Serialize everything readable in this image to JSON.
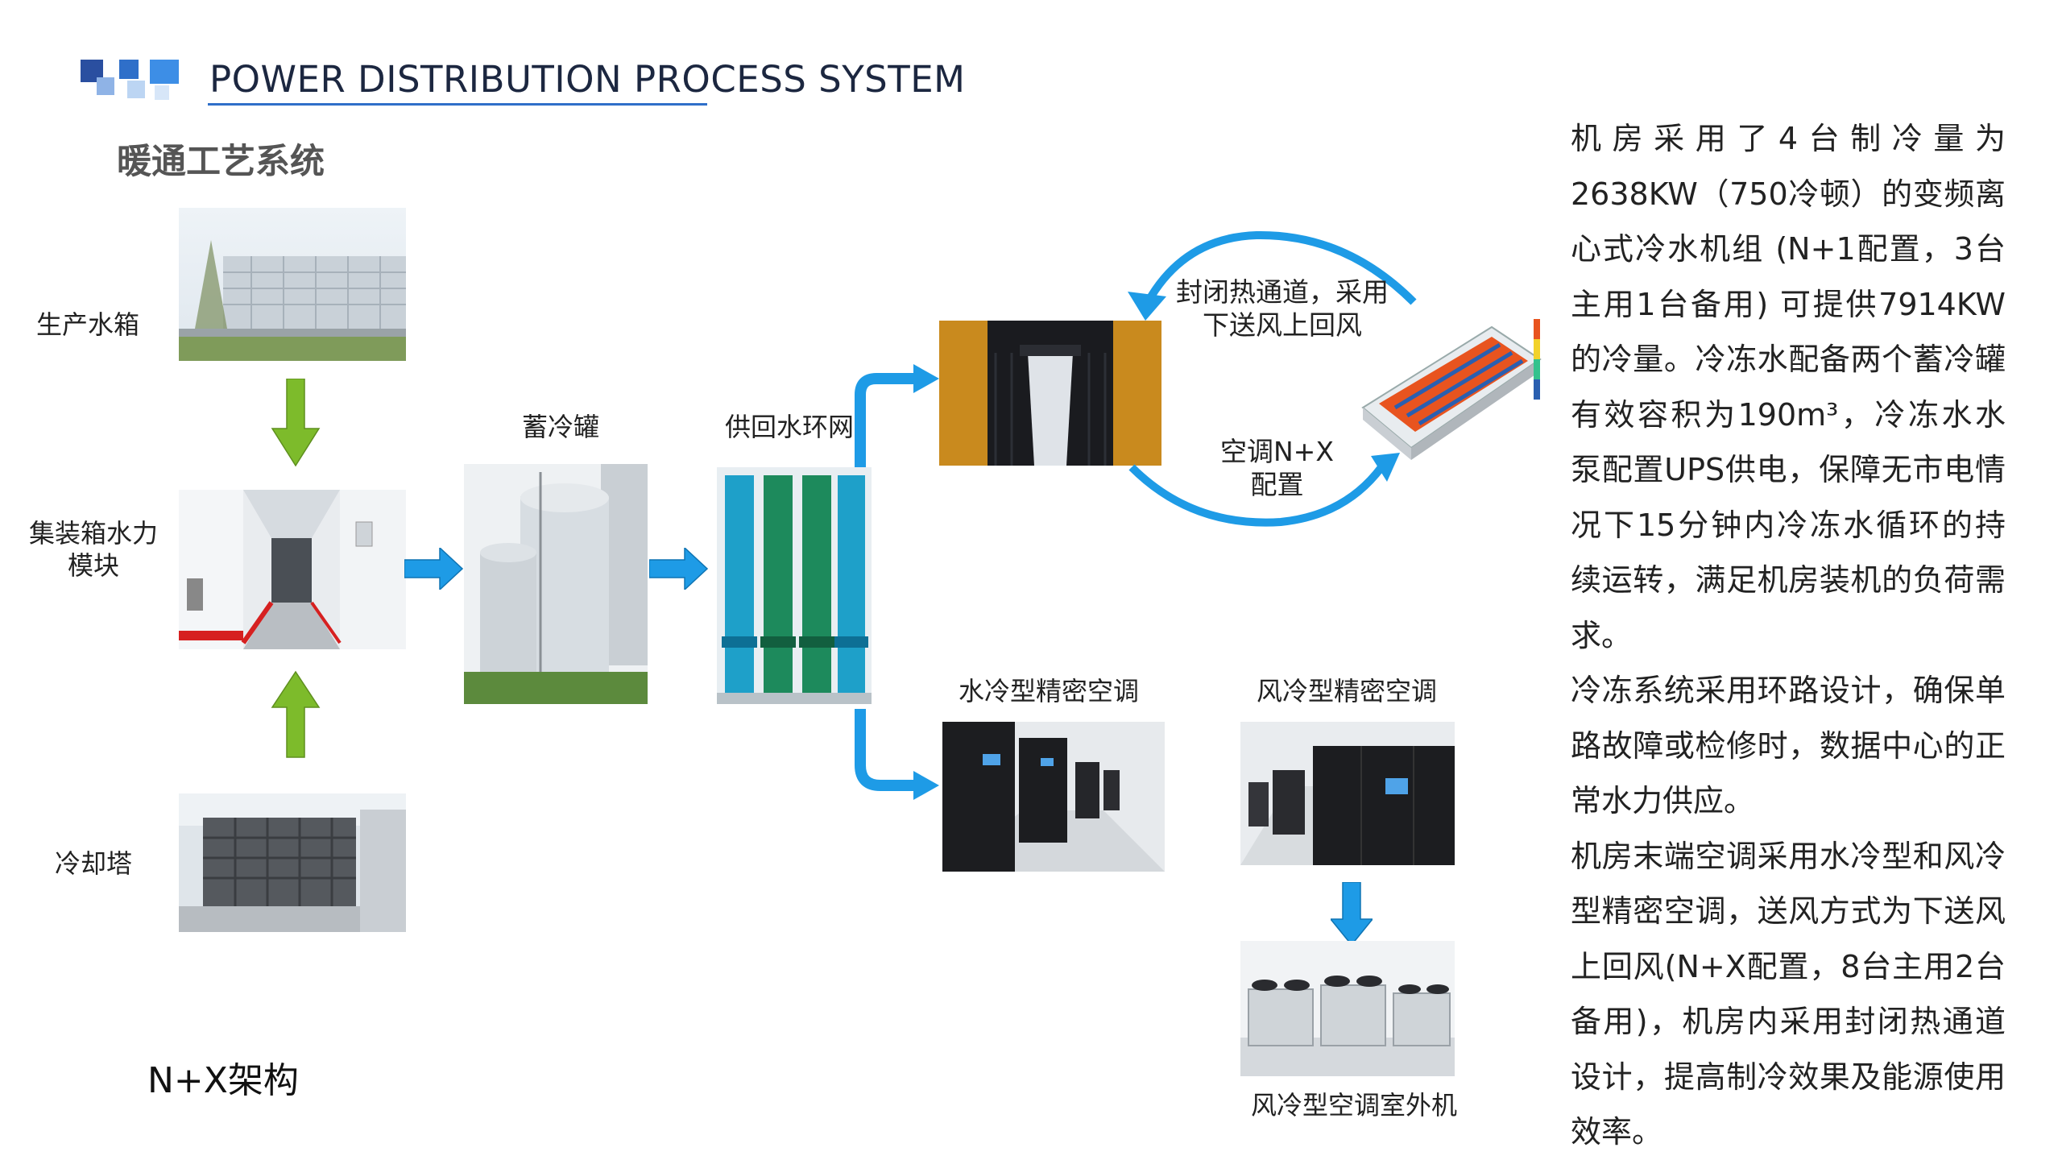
{
  "header": {
    "title_en": "POWER DISTRIBUTION PROCESS SYSTEM",
    "subtitle": "暖通工艺系统"
  },
  "nodes": {
    "production_tank": "生产水箱",
    "container_hydraulic": "集装箱水力\n模块",
    "cooling_tower": "冷却塔",
    "storage_tank": "蓄冷罐",
    "supply_return_loop": "供回水环网",
    "water_cooled_ac": "水冷型精密空调",
    "air_cooled_ac": "风冷型精密空调",
    "air_cooled_outdoor": "风冷型空调室外机"
  },
  "annotations": {
    "hot_aisle": "封闭热通道，采用\n下送风上回风",
    "ac_nx": "空调N+X\n配置"
  },
  "description": [
    "机房采用了4台制冷量为2638KW（750冷顿）的变频离心式冷水机组 (N+1配置，3台主用1台备用) 可提供7914KW的冷量。冷冻水配备两个蓄冷罐有效容积为190m³，冷冻水水泵配置UPS供电，保障无市电情况下15分钟内冷冻水循环的持续运转，满足机房装机的负荷需求。",
    "冷冻系统采用环路设计，确保单路故障或检修时，数据中心的正常水力供应。",
    "机房末端空调采用水冷型和风冷型精密空调，送风方式为下送风上回风(N+X配置，8台主用2台备用)，机房内采用封闭热通道设计，提高制冷效果及能源使用效率。"
  ],
  "footer": {
    "architecture": "N+X架构"
  },
  "colors": {
    "accent_blue": "#2f6fc9",
    "arrow_green": "#7dbb2b",
    "arrow_cyan": "#1e9be6"
  }
}
